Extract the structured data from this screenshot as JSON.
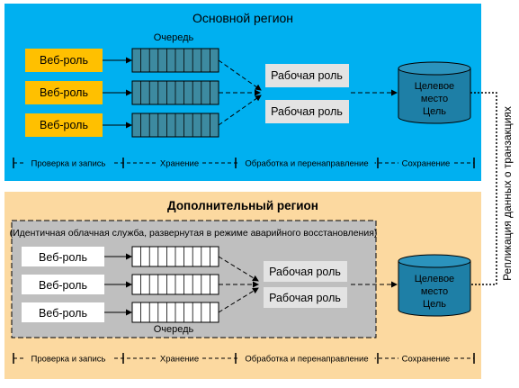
{
  "primary": {
    "title": "Основной регион",
    "web_roles": [
      "Веб-роль",
      "Веб-роль",
      "Веб-роль"
    ],
    "queue_label": "Очередь",
    "worker_roles": [
      "Рабочая роль",
      "Рабочая роль"
    ],
    "storage": [
      "Целевое",
      "место",
      "Цель"
    ],
    "stages": [
      "Проверка и запись",
      "Хранение",
      "Обработка и перенаправление",
      "Сохранение"
    ]
  },
  "secondary": {
    "title": "Дополнительный регион",
    "note": "(Идентичная облачная служба, развернутая в режиме аварийного восстановления)",
    "web_roles": [
      "Веб-роль",
      "Веб-роль",
      "Веб-роль"
    ],
    "queue_label": "Очередь",
    "worker_roles": [
      "Рабочая роль",
      "Рабочая роль"
    ],
    "storage": [
      "Целевое",
      "место",
      "Цель"
    ],
    "stages": [
      "Проверка и запись",
      "Хранение",
      "Обработка и перенаправление",
      "Сохранение"
    ]
  },
  "replication_label": "Репликация данных о транзакциях",
  "colors": {
    "primary_bg": "#00b0f0",
    "secondary_bg": "#fcd9a0",
    "dr_box": "#bfbfbf",
    "web_role_primary": "#ffc000",
    "web_role_secondary": "#ffffff",
    "queue_cell_primary": "#3d8aa0",
    "queue_cell_secondary": "#ffffff",
    "worker_role": "#e3e3e3",
    "storage": "#1e7fa6"
  }
}
